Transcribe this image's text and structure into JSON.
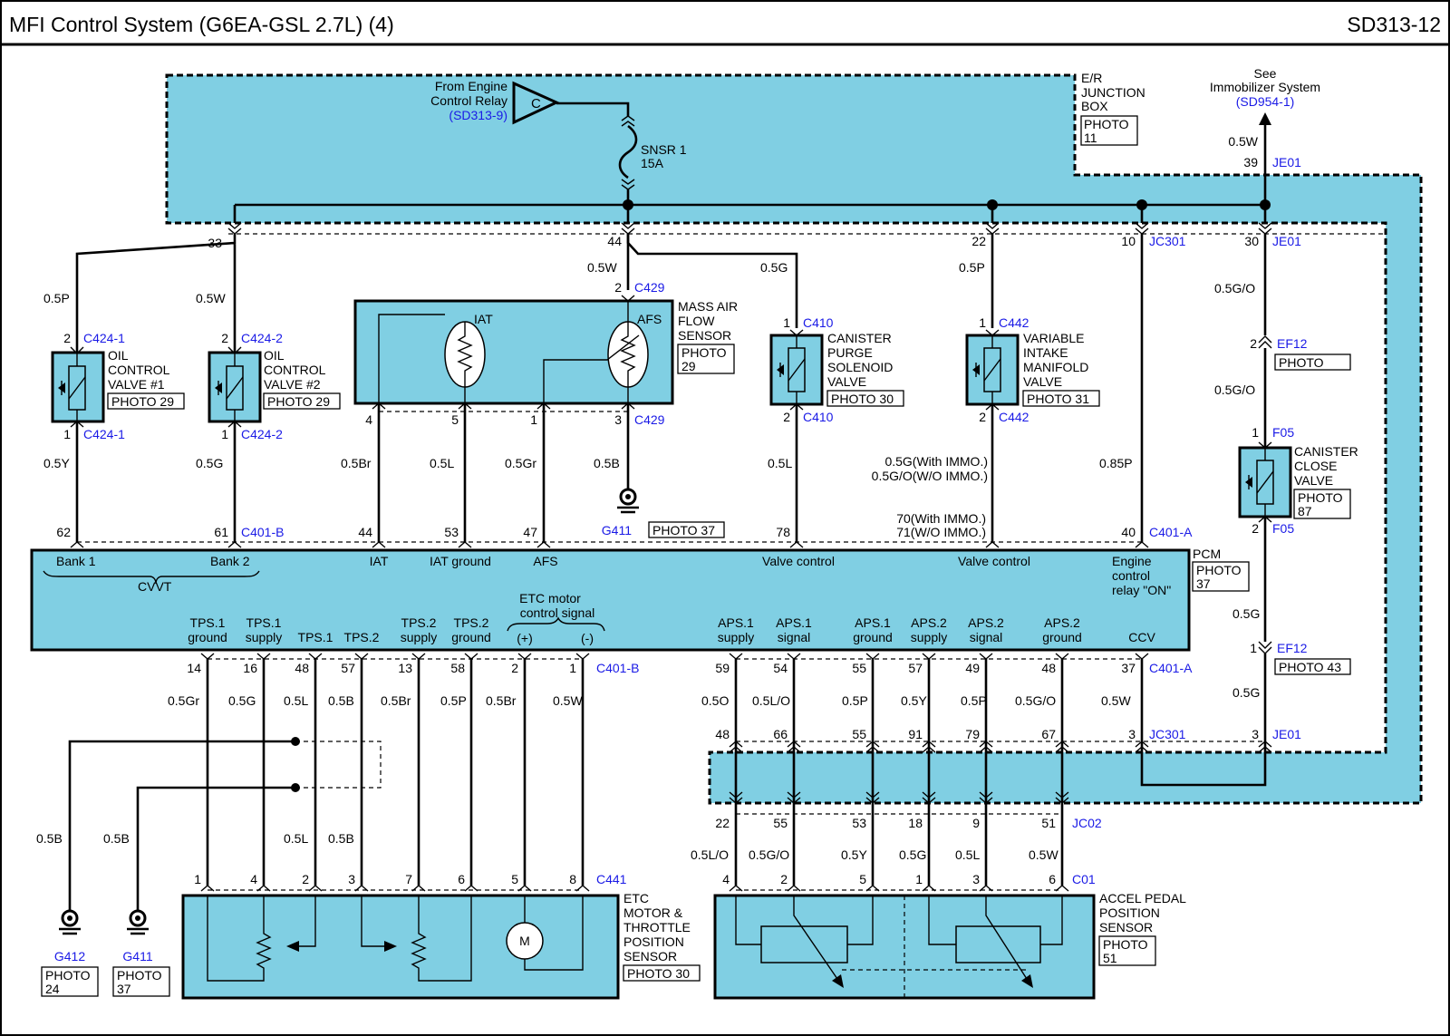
{
  "title": "MFI Control System (G6EA-GSL 2.7L) (4)",
  "page_code": "SD313-12",
  "junction_box": {
    "label": [
      "E/R",
      "JUNCTION",
      "BOX"
    ],
    "photo": [
      "PHOTO",
      "11"
    ]
  },
  "relay_source": {
    "label": [
      "From Engine",
      "Control Relay"
    ],
    "ref": "(SD313-9)",
    "connector_letter": "C"
  },
  "fuse": {
    "name": "SNSR 1",
    "rating": "15A"
  },
  "immobilizer": {
    "label": [
      "See",
      "Immobilizer System"
    ],
    "ref": "(SD954-1)"
  },
  "top_pins": {
    "p33": "33",
    "p44": "44",
    "p22": "22",
    "p10": "10",
    "p30": "30",
    "p39": "39"
  },
  "connectors": {
    "jc301": "JC301",
    "je01": "JE01",
    "c429": "C429",
    "c410": "C410",
    "c442": "C442",
    "c424_1": "C424-1",
    "c424_2": "C424-2",
    "c401_a": "C401-A",
    "c401_b": "C401-B",
    "ef12": "EF12",
    "f05": "F05",
    "c441": "C441",
    "jc02": "JC02",
    "c01": "C01"
  },
  "wire_colors": {
    "w05p": "0.5P",
    "w05w": "0.5W",
    "w05g": "0.5G",
    "w05go": "0.5G/O",
    "w05y": "0.5Y",
    "w05br": "0.5Br",
    "w05l": "0.5L",
    "w05gr": "0.5Gr",
    "w05b": "0.5B",
    "w085p": "0.85P",
    "w05g_immo": "0.5G(With IMMO.)",
    "w05go_immo": "0.5G/O(W/O IMMO.)",
    "w05o": "0.5O",
    "w05lo": "0.5L/O"
  },
  "components": {
    "ocv1": {
      "label": [
        "OIL",
        "CONTROL",
        "VALVE #1"
      ],
      "photo": "PHOTO 29"
    },
    "ocv2": {
      "label": [
        "OIL",
        "CONTROL",
        "VALVE #2"
      ],
      "photo": "PHOTO 29"
    },
    "maf": {
      "label": [
        "MASS AIR",
        "FLOW",
        "SENSOR"
      ],
      "photo": [
        "PHOTO",
        "29"
      ],
      "iat": "IAT",
      "afs": "AFS"
    },
    "canister_purge": {
      "label": [
        "CANISTER",
        "PURGE",
        "SOLENOID",
        "VALVE"
      ],
      "photo": "PHOTO 30"
    },
    "vim": {
      "label": [
        "VARIABLE",
        "INTAKE",
        "MANIFOLD",
        "VALVE"
      ],
      "photo": "PHOTO 31"
    },
    "canister_close": {
      "label": [
        "CANISTER",
        "CLOSE",
        "VALVE"
      ],
      "photo": [
        "PHOTO",
        "87"
      ]
    },
    "ground_g411_top": {
      "name": "G411",
      "photo": "PHOTO 37"
    },
    "etc": {
      "label": [
        "ETC",
        "MOTOR &",
        "THROTTLE",
        "POSITION",
        "SENSOR"
      ],
      "photo": "PHOTO 30",
      "motor": "M"
    },
    "aps": {
      "label": [
        "ACCEL PEDAL",
        "POSITION",
        "SENSOR"
      ],
      "photo": [
        "PHOTO",
        "51"
      ]
    },
    "g412": {
      "name": "G412",
      "photo": [
        "PHOTO",
        "24"
      ]
    },
    "g411": {
      "name": "G411",
      "photo": [
        "PHOTO",
        "37"
      ]
    }
  },
  "pcm": {
    "label": "PCM",
    "photo": [
      "PHOTO",
      "37"
    ],
    "top_labels": {
      "bank1": "Bank 1",
      "bank2": "Bank 2",
      "cvvt": "CVVT",
      "iat": "IAT",
      "iat_ground": "IAT ground",
      "afs": "AFS",
      "valve_control": "Valve control",
      "ecr": [
        "Engine",
        "control",
        "relay \"ON\""
      ]
    },
    "bottom_labels": {
      "tps1_ground": [
        "TPS.1",
        "ground"
      ],
      "tps1_supply": [
        "TPS.1",
        "supply"
      ],
      "tps1": "TPS.1",
      "tps2": "TPS.2",
      "tps2_supply": [
        "TPS.2",
        "supply"
      ],
      "tps2_ground": [
        "TPS.2",
        "ground"
      ],
      "etc_signal": [
        "ETC motor",
        "control signal"
      ],
      "plus": "(+)",
      "minus": "(-)",
      "aps1_supply": [
        "APS.1",
        "supply"
      ],
      "aps1_signal": [
        "APS.1",
        "signal"
      ],
      "aps1_ground": [
        "APS.1",
        "ground"
      ],
      "aps2_supply": [
        "APS.2",
        "supply"
      ],
      "aps2_signal": [
        "APS.2",
        "signal"
      ],
      "aps2_ground": [
        "APS.2",
        "ground"
      ],
      "ccv": "CCV"
    }
  },
  "pins": {
    "ocv1_top": "2",
    "ocv1_bot": "1",
    "ocv2_top": "2",
    "ocv2_bot": "1",
    "maf_top": "2",
    "maf4": "4",
    "maf5": "5",
    "maf1": "1",
    "maf3": "3",
    "cps_top": "1",
    "cps_bot": "2",
    "vim_top": "1",
    "vim_bot": "2",
    "ef12_top": "2",
    "f05_top": "1",
    "f05_bot": "2",
    "ef12_bot": "1",
    "pcm_62": "62",
    "pcm_61": "61",
    "pcm_44": "44",
    "pcm_53": "53",
    "pcm_47": "47",
    "pcm_78": "78",
    "pcm_70": "70(With IMMO.)",
    "pcm_71": "71(W/O IMMO.)",
    "pcm_40": "40",
    "b14": "14",
    "b16": "16",
    "b48": "48",
    "b57": "57",
    "b13": "13",
    "b58": "58",
    "b2": "2",
    "b1": "1",
    "a59": "59",
    "a54": "54",
    "a55": "55",
    "a57": "57",
    "a49": "49",
    "a48": "48",
    "a37": "37",
    "j48": "48",
    "j66": "66",
    "j55": "55",
    "j91": "91",
    "j79": "79",
    "j67": "67",
    "j3": "3",
    "je3": "3",
    "jc22": "22",
    "jc55": "55",
    "jc53": "53",
    "jc18": "18",
    "jc9": "9",
    "jc51": "51",
    "e1": "1",
    "e4": "4",
    "e2": "2",
    "e3": "3",
    "e7": "7",
    "e6": "6",
    "e5": "5",
    "e8": "8",
    "c4": "4",
    "c2": "2",
    "c5": "5",
    "c1": "1",
    "c3": "3",
    "c6": "6"
  }
}
